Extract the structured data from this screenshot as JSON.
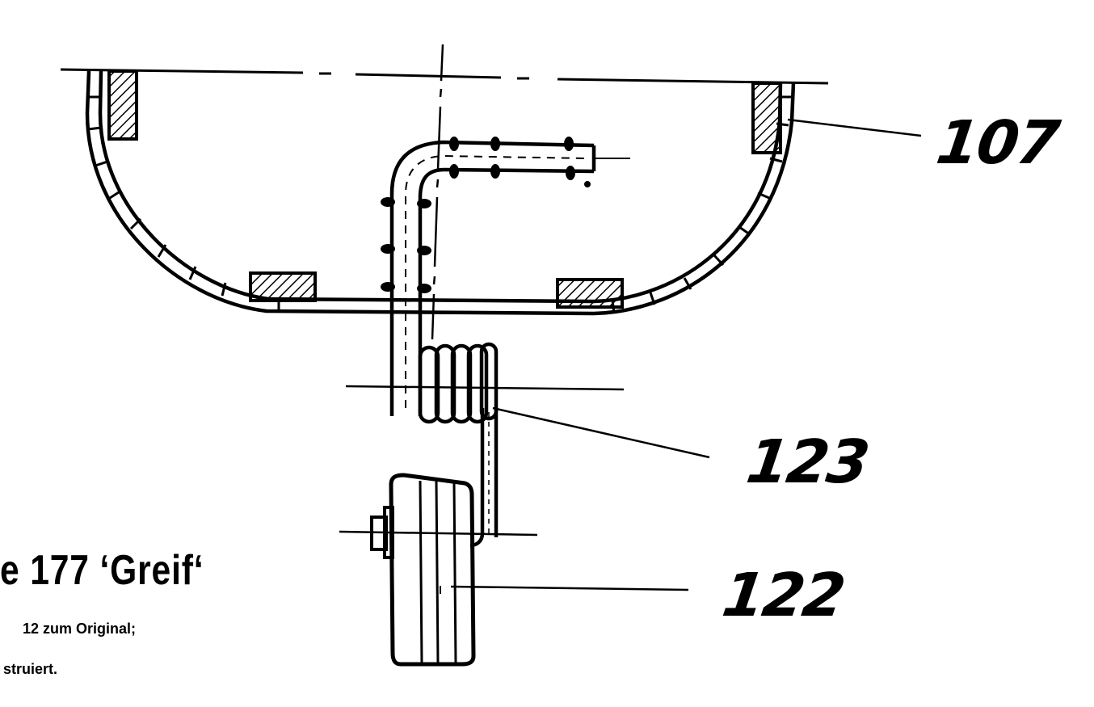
{
  "labels": {
    "part_107": "107",
    "part_123": "123",
    "part_122": "122"
  },
  "title_fragment": "e 177 ‘Greif‘",
  "caption_fragments": {
    "line1": "12 zum Original;",
    "line2": "struiert."
  },
  "colors": {
    "ink": "#000000",
    "paper": "#ffffff"
  }
}
